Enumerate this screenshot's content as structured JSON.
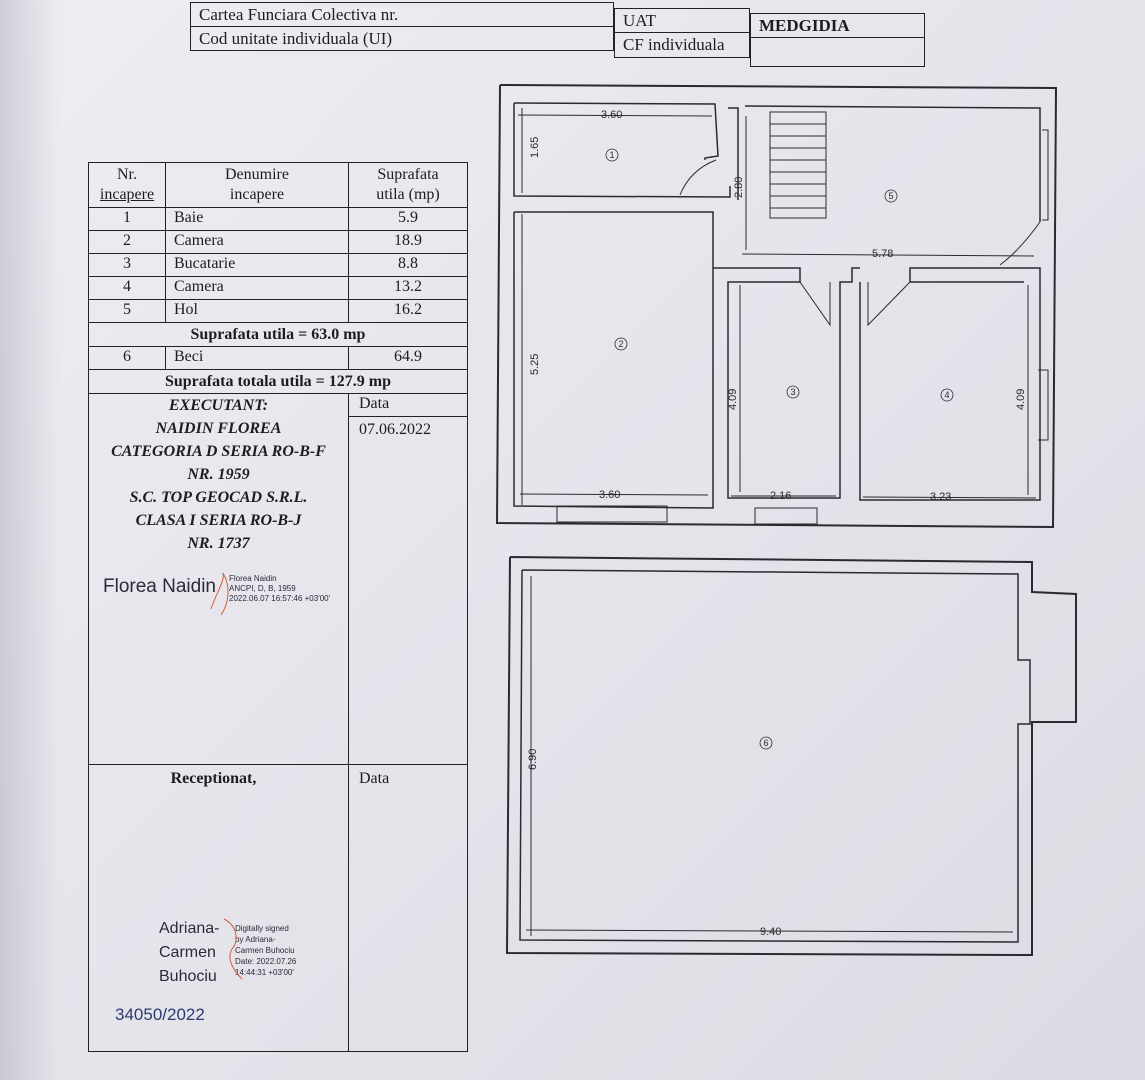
{
  "header": {
    "carte_funciara_label": "Cartea Funciara Colectiva nr.",
    "cod_unitate_label": "Cod unitate individuala (UI)",
    "uat_label": "UAT",
    "uat_value": "MEDGIDIA",
    "cf_label": "CF individuala"
  },
  "room_table": {
    "col_nr": "Nr.",
    "col_nr_2": "incapere",
    "col_name": "Denumire",
    "col_name_2": "incapere",
    "col_area": "Suprafata",
    "col_area_2": "utila (mp)",
    "rows": [
      {
        "nr": "1",
        "name": "Baie",
        "area": "5.9"
      },
      {
        "nr": "2",
        "name": "Camera",
        "area": "18.9"
      },
      {
        "nr": "3",
        "name": "Bucatarie",
        "area": "8.8"
      },
      {
        "nr": "4",
        "name": "Camera",
        "area": "13.2"
      },
      {
        "nr": "5",
        "name": "Hol",
        "area": "16.2"
      }
    ],
    "subtotal": "Suprafata utila = 63.0 mp",
    "cellar": {
      "nr": "6",
      "name": "Beci",
      "area": "64.9"
    },
    "total": "Suprafata totala utila = 127.9 mp"
  },
  "executant": {
    "title": "EXECUTANT:",
    "lines": [
      "NAIDIN FLOREA",
      "CATEGORIA D SERIA RO-B-F",
      "NR. 1959",
      "S.C. TOP GEOCAD S.R.L.",
      "CLASA I SERIA RO-B-J",
      "NR. 1737"
    ],
    "data_label": "Data",
    "date": "07.06.2022",
    "signer_name": "Florea Naidin",
    "sig_line1": "Florea Naidin",
    "sig_line2": "ANCPI, D, B, 1959",
    "sig_line3": "2022.06.07 16:57:46 +03'00'"
  },
  "receptionat": {
    "title": "Receptionat,",
    "data_label": "Data",
    "signer_name_1": "Adriana-",
    "signer_name_2": "Carmen",
    "signer_name_3": "Buhociu",
    "sig_line1": "Digitally signed",
    "sig_line2": "by Adriana-",
    "sig_line3": "Carmen Buhociu",
    "sig_line4": "Date: 2022.07.26",
    "sig_line5": "14:44:31 +03'00'",
    "registration": "34050/2022"
  },
  "plan": {
    "dims": {
      "d360_top": "3.60",
      "d165": "1.65",
      "d280": "2.80",
      "d578": "5.78",
      "d525": "5.25",
      "d409_left": "4.09",
      "d409_right": "4.09",
      "d360_bottom": "3.60",
      "d216": "2.16",
      "d323": "3.23",
      "d690": "6.90",
      "d940": "9.40"
    },
    "room_labels": {
      "r1": "1",
      "r2": "2",
      "r3": "3",
      "r4": "4",
      "r5": "5",
      "r6": "6"
    }
  }
}
